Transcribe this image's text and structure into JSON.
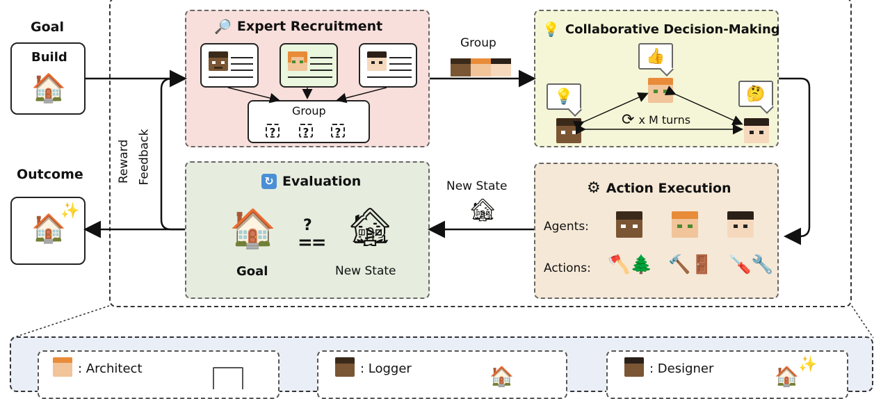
{
  "left": {
    "goal_label": "Goal",
    "build_label": "Build",
    "outcome_label": "Outcome",
    "reward_label": "Reward",
    "feedback_label": "Feedback"
  },
  "expert_recruitment": {
    "title": "Expert Recruitment",
    "icon": "magnifier-icon",
    "group_label": "Group",
    "placeholders": [
      "?",
      "?",
      "?"
    ]
  },
  "arrow_group_label": "Group",
  "collaborative": {
    "title": "Collaborative Decision-Making",
    "icon": "lightbulb-icon",
    "turns_label": "x M turns"
  },
  "evaluation": {
    "title": "Evaluation",
    "icon": "refresh-icon",
    "equals": "==",
    "question": "?",
    "goal_label": "Goal",
    "new_state_label": "New State"
  },
  "arrow_new_state_label": "New State",
  "action_execution": {
    "title": "Action Execution",
    "icon": "gear-icon",
    "agents_label": "Agents:",
    "actions_label": "Actions:"
  },
  "legend": {
    "items": [
      {
        "label": ": Architect"
      },
      {
        "label": ": Logger"
      },
      {
        "label": ": Designer"
      }
    ]
  },
  "colors": {
    "pink": "#f8dfdb",
    "yellow": "#f5f6d7",
    "green": "#e6eddf",
    "tan": "#f5e8d7"
  }
}
